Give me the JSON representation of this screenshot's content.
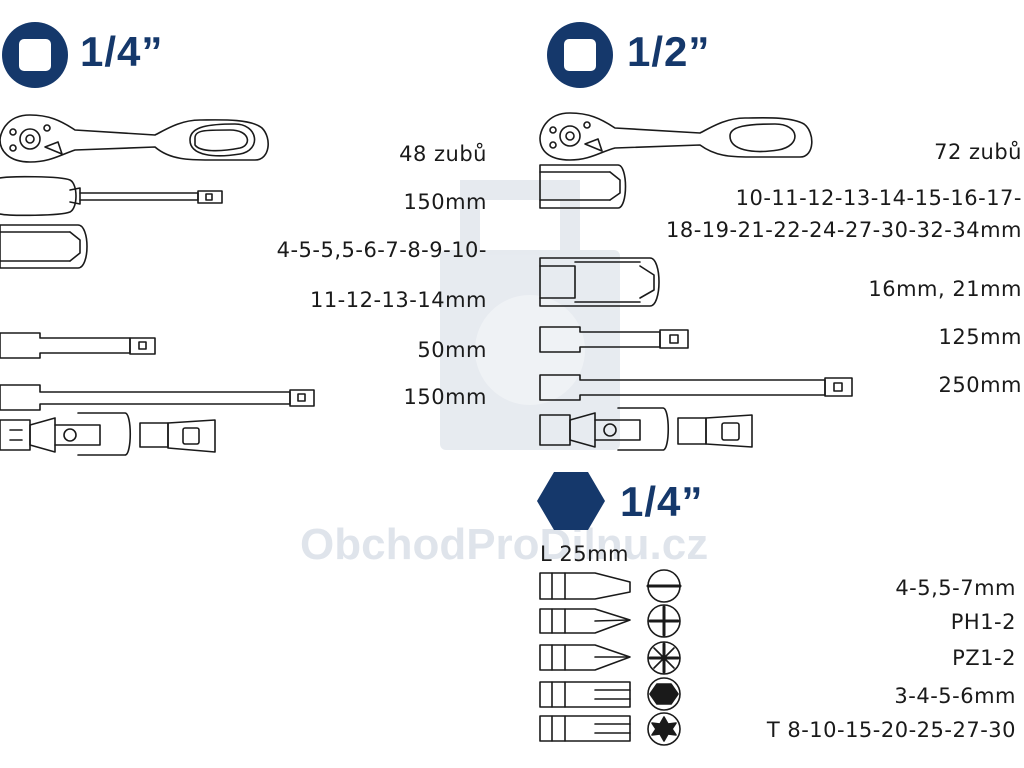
{
  "sections": {
    "left": {
      "title": "1/4”",
      "labels": [
        "48 zubů",
        "150mm",
        "4-5-5,5-6-7-8-9-10-",
        "11-12-13-14mm",
        "50mm",
        "150mm"
      ]
    },
    "right": {
      "title": "1/2”",
      "labels": [
        "72 zubů",
        "10-11-12-13-14-15-16-17-",
        "18-19-21-22-24-27-30-32-34mm",
        "16mm, 21mm",
        "125mm",
        "250mm"
      ]
    },
    "bits": {
      "title": "1/4”",
      "length_label": "L 25mm",
      "labels": [
        "4-5,5-7mm",
        "PH1-2",
        "PZ1-2",
        "3-4-5-6mm",
        "T 8-10-15-20-25-27-30"
      ],
      "icons": [
        "slotted-icon",
        "phillips-icon",
        "pozidriv-icon",
        "hex-icon",
        "torx-icon"
      ]
    }
  },
  "watermark": "ObchodProDilnu.cz",
  "colors": {
    "accent": "#15386b",
    "line": "#1a1a1a"
  }
}
